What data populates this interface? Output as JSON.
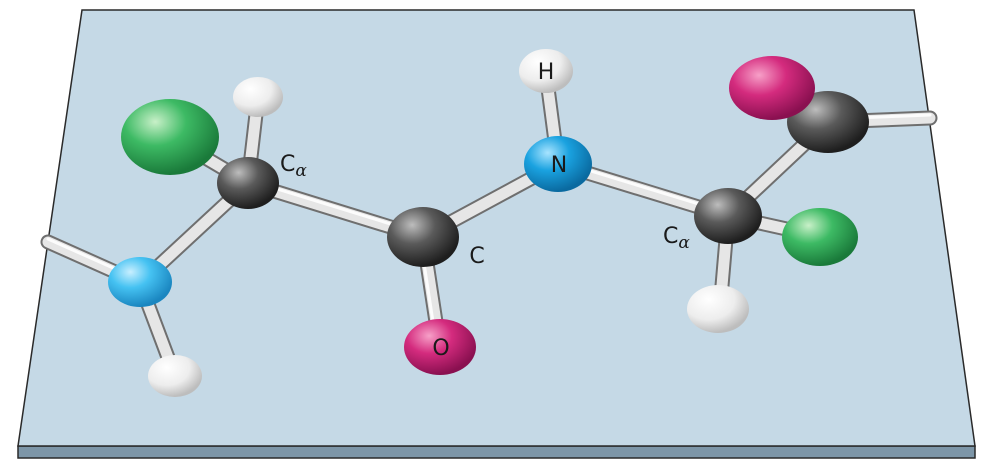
{
  "labels": {
    "h": "H",
    "n": "N",
    "o": "O",
    "c": "C",
    "ca_left_main": "C",
    "ca_left_sub": "α",
    "ca_right_main": "C",
    "ca_right_sub": "α"
  },
  "colors": {
    "plane_fill": "#c5d9e6",
    "plane_edge": "#7d96a8",
    "plane_stroke": "#2a2a2a",
    "carbon": "#4a4a4a",
    "nitrogen": "#1e9fdb",
    "oxygen": "#d42b7e",
    "hydrogen": "#eeeeee",
    "side_chain": "#2fb35a",
    "bond": "#d8d8d8"
  }
}
